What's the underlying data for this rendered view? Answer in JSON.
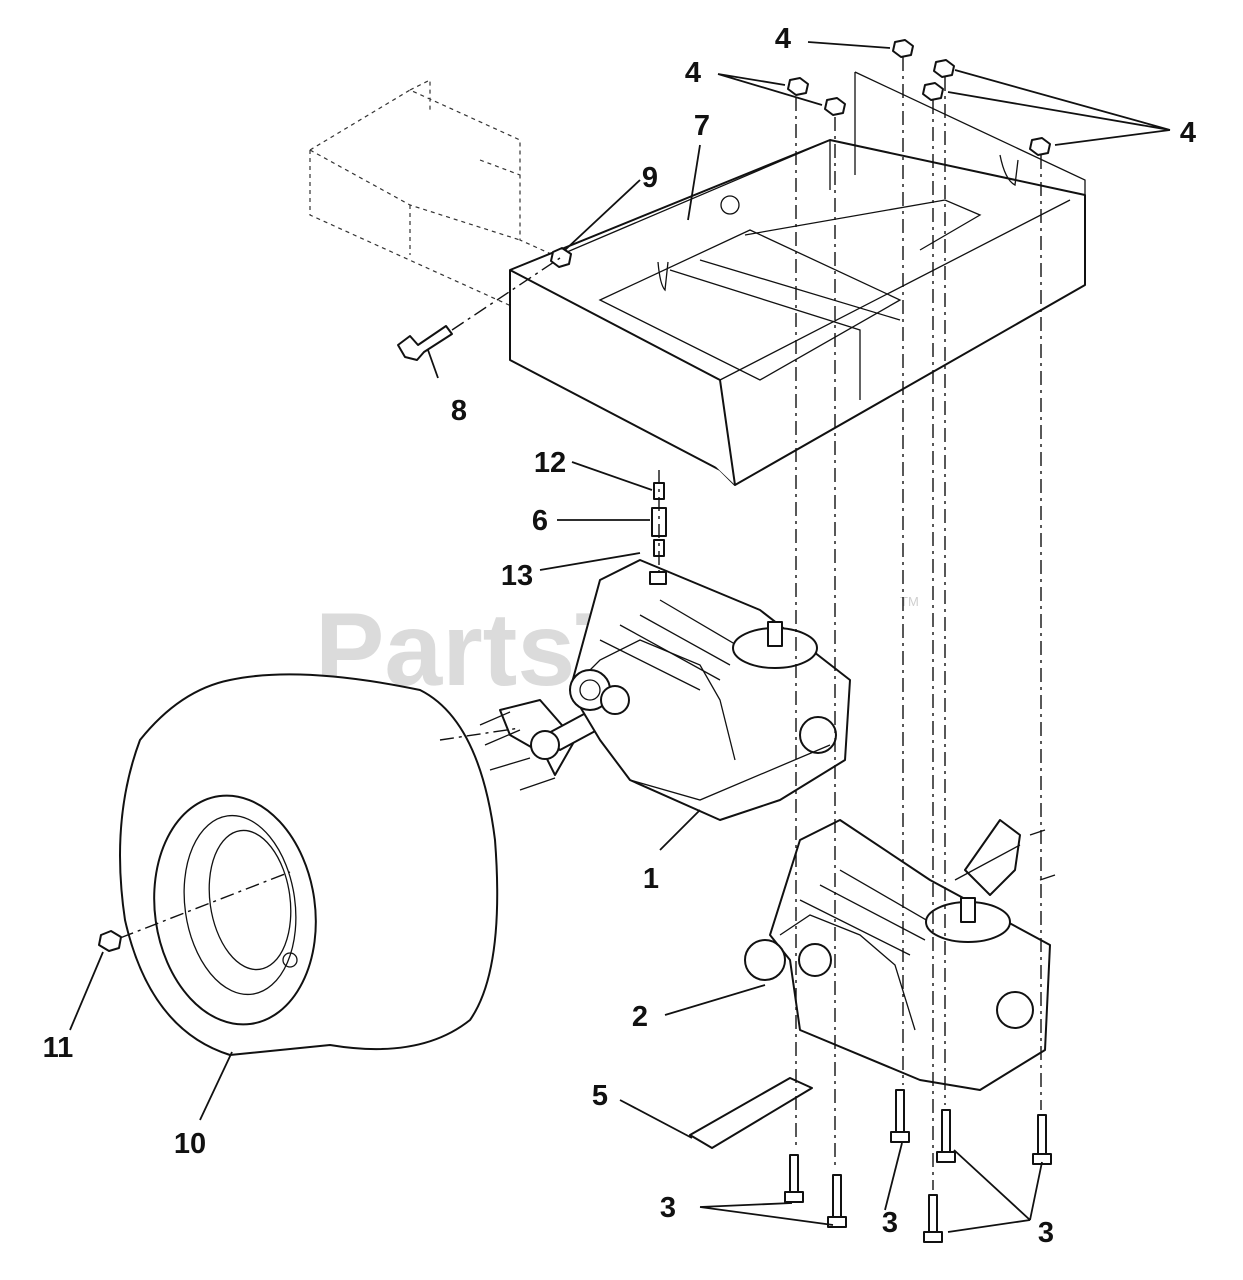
{
  "watermark": {
    "text": "PartsTree",
    "trademark": "TM"
  },
  "callouts": [
    {
      "id": "c1",
      "label": "1"
    },
    {
      "id": "c2",
      "label": "2"
    },
    {
      "id": "c3a",
      "label": "3"
    },
    {
      "id": "c3b",
      "label": "3"
    },
    {
      "id": "c3c",
      "label": "3"
    },
    {
      "id": "c4a",
      "label": "4"
    },
    {
      "id": "c4b",
      "label": "4"
    },
    {
      "id": "c4c",
      "label": "4"
    },
    {
      "id": "c5",
      "label": "5"
    },
    {
      "id": "c6",
      "label": "6"
    },
    {
      "id": "c7",
      "label": "7"
    },
    {
      "id": "c8",
      "label": "8"
    },
    {
      "id": "c9",
      "label": "9"
    },
    {
      "id": "c10",
      "label": "10"
    },
    {
      "id": "c11",
      "label": "11"
    },
    {
      "id": "c12",
      "label": "12"
    },
    {
      "id": "c13",
      "label": "13"
    }
  ]
}
